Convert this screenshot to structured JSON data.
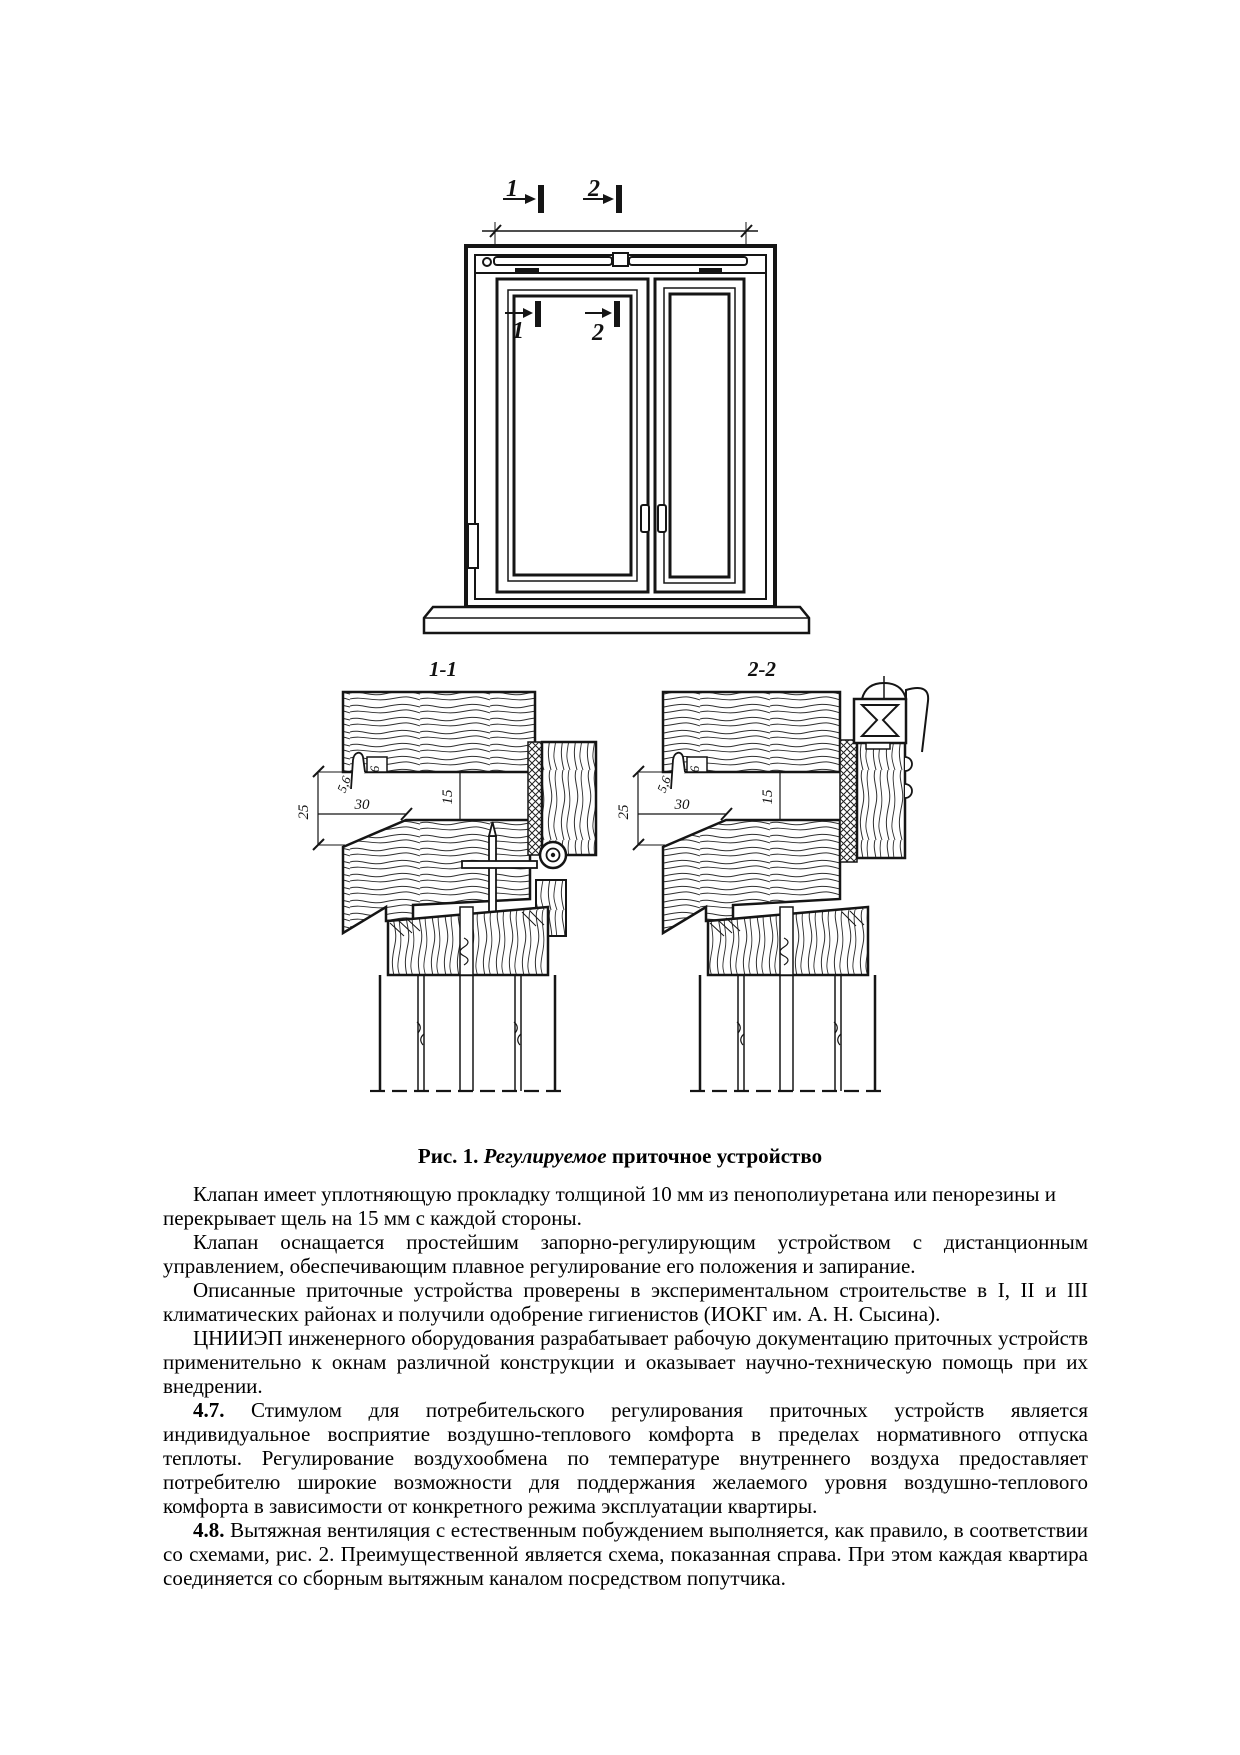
{
  "figure": {
    "caption_prefix": "Рис. 1. ",
    "caption_italic": "Регулируемое",
    "caption_rest": " приточное устройство"
  },
  "drawing": {
    "marks": {
      "m1": "1",
      "m2": "2"
    },
    "sections": {
      "s1": "1-1",
      "s2": "2-2"
    },
    "dims": {
      "d25": "25",
      "d30": "30",
      "d15": "15",
      "d6": "6",
      "d56": "5,6"
    }
  },
  "content": {
    "paragraphs": [
      {
        "num": "",
        "text": "Клапан имеет уплотняющую прокладку толщиной 10 мм из пенополиуретана или пенорезины и перекрывает щель на 15 мм с каждой стороны."
      },
      {
        "num": "",
        "text": "Клапан оснащается простейшим запорно-регулирующим устройством с дистанционным управлением, обеспечивающим плавное регулирование его положения и запирание."
      },
      {
        "num": "",
        "text": "Описанные приточные устройства проверены в экспериментальном строительстве в I, II и III климатических районах и получили одобрение гигиенистов (ИОКГ им. А. Н. Сысина)."
      },
      {
        "num": "",
        "text": "ЦНИИЭП инженерного оборудования разрабатывает рабочую документацию приточных устройств применительно к окнам различной конструкции и оказывает научно-техническую помощь при их внедрении."
      },
      {
        "num": "4.7.",
        "text": " Стимулом для потребительского регулирования приточных устройств является индивидуальное восприятие воздушно-теплового комфорта в пределах нормативного отпуска теплоты. Регулирование воздухообмена по температуре внутреннего воздуха предоставляет потребителю широкие возможности для поддержания желаемого уровня воздушно-теплового комфорта в зависимости от конкретного режима эксплуатации квартиры."
      },
      {
        "num": "4.8.",
        "text": " Вытяжная вентиляция с естественным побуждением выполняется, как правило, в соответствии со схемами, рис. 2. Преимущественной является схема, показанная справа. При этом каждая квартира соединяется со сборным вытяжным каналом посредством попутчика."
      }
    ]
  }
}
